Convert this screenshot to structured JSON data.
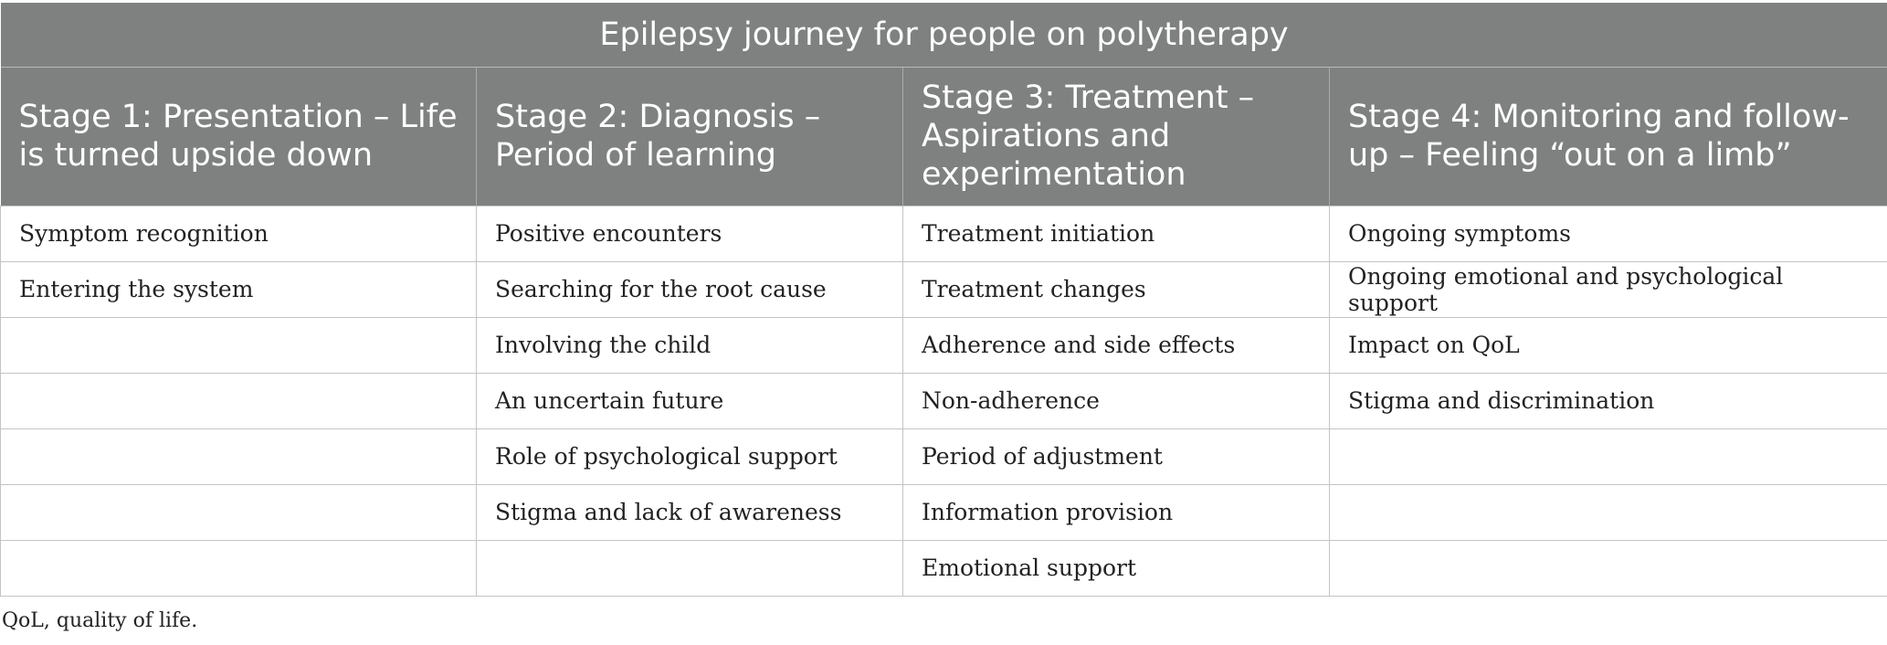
{
  "title": "Epilepsy journey for people on polytherapy",
  "stages": [
    "Stage 1: Presentation – Life is turned upside down",
    "Stage 2: Diagnosis – Period of learning",
    "Stage 3: Treatment – Aspirations and experimentation",
    "Stage 4: Monitoring and follow-up – Feeling “out on a limb”"
  ],
  "rows": [
    [
      "Symptom recognition",
      "Positive encounters",
      "Treatment initiation",
      "Ongoing symptoms"
    ],
    [
      "Entering the system",
      "Searching for the root cause",
      "Treatment changes",
      "Ongoing emotional and psychological support"
    ],
    [
      "",
      "Involving the child",
      "Adherence and side effects",
      "Impact on QoL"
    ],
    [
      "",
      "An uncertain future",
      "Non-adherence",
      "Stigma and discrimination"
    ],
    [
      "",
      "Role of psychological support",
      "Period of adjustment",
      ""
    ],
    [
      "",
      "Stigma and lack of awareness",
      "Information provision",
      ""
    ],
    [
      "",
      "",
      "Emotional support",
      ""
    ]
  ],
  "footnote": "QoL, quality of life."
}
